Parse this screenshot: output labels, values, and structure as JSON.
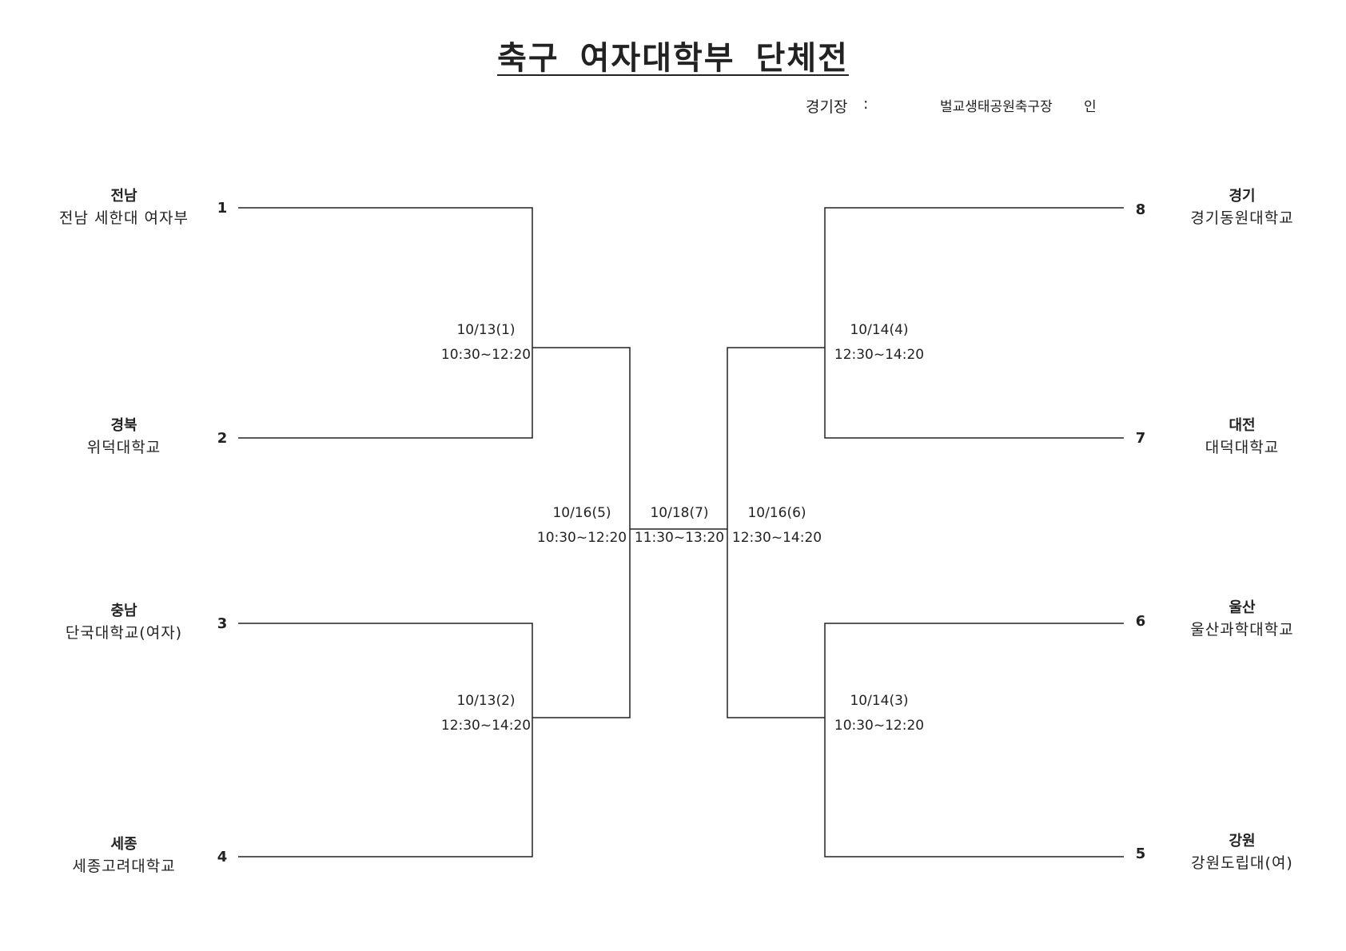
{
  "title": "축구 여자대학부 단체전",
  "venue": {
    "label": "경기장",
    "separator": ":",
    "name": "벌교생태공원축구장",
    "suffix": "인"
  },
  "teams": [
    {
      "seed": "1",
      "region": "전남",
      "school": "전남 세한대 여자부"
    },
    {
      "seed": "2",
      "region": "경북",
      "school": "위덕대학교"
    },
    {
      "seed": "3",
      "region": "충남",
      "school": "단국대학교(여자)"
    },
    {
      "seed": "4",
      "region": "세종",
      "school": "세종고려대학교"
    },
    {
      "seed": "8",
      "region": "경기",
      "school": "경기동원대학교"
    },
    {
      "seed": "7",
      "region": "대전",
      "school": "대덕대학교"
    },
    {
      "seed": "6",
      "region": "울산",
      "school": "울산과학대학교"
    },
    {
      "seed": "5",
      "region": "강원",
      "school": "강원도립대(여)"
    }
  ],
  "matches": [
    {
      "id": "m1",
      "date": "10/13(1)",
      "time": "10:30~12:20"
    },
    {
      "id": "m2",
      "date": "10/13(2)",
      "time": "12:30~14:20"
    },
    {
      "id": "m4",
      "date": "10/14(4)",
      "time": "12:30~14:20"
    },
    {
      "id": "m3",
      "date": "10/14(3)",
      "time": "10:30~12:20"
    },
    {
      "id": "m5",
      "date": "10/16(5)",
      "time": "10:30~12:20"
    },
    {
      "id": "m6",
      "date": "10/16(6)",
      "time": "12:30~14:20"
    },
    {
      "id": "m7",
      "date": "10/18(7)",
      "time": "11:30~13:20"
    }
  ]
}
